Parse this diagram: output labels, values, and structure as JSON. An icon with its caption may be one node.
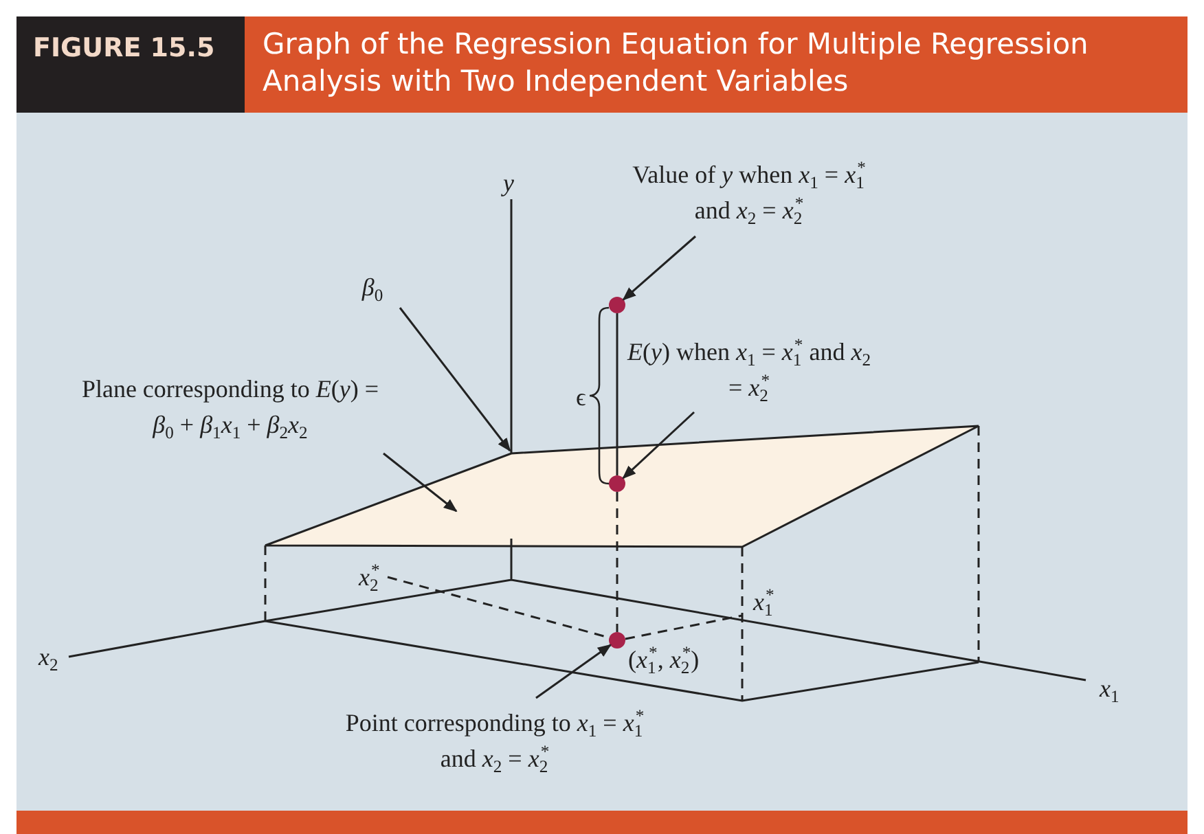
{
  "diagram": {
    "title": "Graph of the Regression Equation for Multiple Regression Analysis with Two Independent Variables",
    "nodes": [
      {
        "text": [
          "Value of *y* when *x*$_{1}$ = *x*$_{1}$$^{*}$ and *x*$_{2}$ = *x*$_{2}$$^{*}$"
        ]
      },
      {
        "text": [],
        "shape": "circle"
      },
      {
        "text": [
          "*β*$_{0}$"
        ]
      },
      {
        "text": [
          "*E*(*y*) when *x*$_{1}$ = *x*$_{1}$$^{*}$ and *x*$_{2}$ = *x*$_{2}$$^{*}$"
        ]
      },
      {
        "text": [
          "Plane corresponding to *E*(*y*) = *β*$_{0}$ + *β*$_{1}$*x*$_{1}$ + *β*$_{2}$*x*$_{2}$"
        ]
      },
      {
        "text": [],
        "shape": "circle",
        "in": 6
      },
      {
        "text": [],
        "shape": "parallelogram"
      },
      {
        "text": [
          "Point corresponding to *x*$_{1}$ = *x*$_{1}$$^{*}$ and *x*$_{2}$ = *x*$_{2}$$^{*}$"
        ]
      },
      {
        "text": [],
        "shape": "circle"
      }
    ],
    "edges": [
      {
        "from": 0,
        "to": 1,
        "arrow": "to"
      },
      {
        "from": 2,
        "to": 6,
        "arrow": "to"
      },
      {
        "from": 3,
        "to": 5,
        "arrow": "to"
      },
      {
        "from": 4,
        "to": 6,
        "arrow": "to"
      },
      {
        "from": 7,
        "to": 8,
        "arrow": "to"
      },
      {
        "from": 1,
        "to": 5,
        "arrow": "none"
      },
      {
        "from": 5,
        "to": 8,
        "arrow": "none",
        "style": "dashed"
      }
    ],
    "labels": [
      "FIGURE 15.5",
      "*y*",
      "ϵ",
      "*x*$_{2}$$^{*}$",
      "*x*$_{1}$$^{*}$",
      "*x*$_{2}$",
      "(*x*$_{1}$$^{*}$, *x*$_{2}$$^{*}$)",
      "*x*$_{1}$"
    ]
  }
}
